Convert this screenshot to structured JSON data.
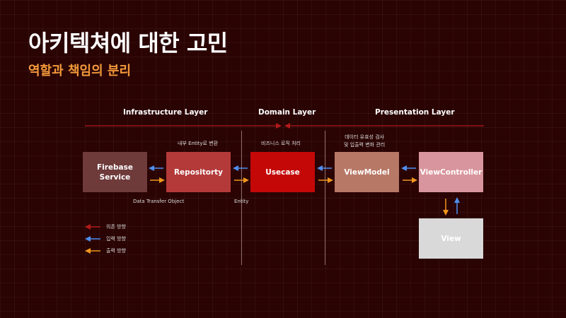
{
  "title": "아키텍쳐에 대한 고민",
  "subtitle": "역할과 책임의 분리",
  "layers": {
    "infrastructure": "Infrastructure Layer",
    "domain": "Domain Layer",
    "presentation": "Presentation Layer"
  },
  "components": {
    "firebase": "Firebase\nService",
    "repository": "Repositorty",
    "usecase": "Usecase",
    "viewmodel": "ViewModel",
    "viewcontroller": "ViewController",
    "view": "View"
  },
  "notes": {
    "repository": "내부 Entity로 변환",
    "usecase": "비즈니스 로직 처리",
    "viewmodel": "데이터 유효성 검사\n및 입출력 변화 관리",
    "dto": "Data Transfer Object",
    "entity": "Entity"
  },
  "legend": {
    "dependency": "의존 방향",
    "input": "입력 방향",
    "output": "출력 방향"
  },
  "colors": {
    "background": "#2a0303",
    "dependency": "#b01a1a",
    "input": "#4f8ff0",
    "output": "#f0961e",
    "accent": "#f2993a"
  }
}
